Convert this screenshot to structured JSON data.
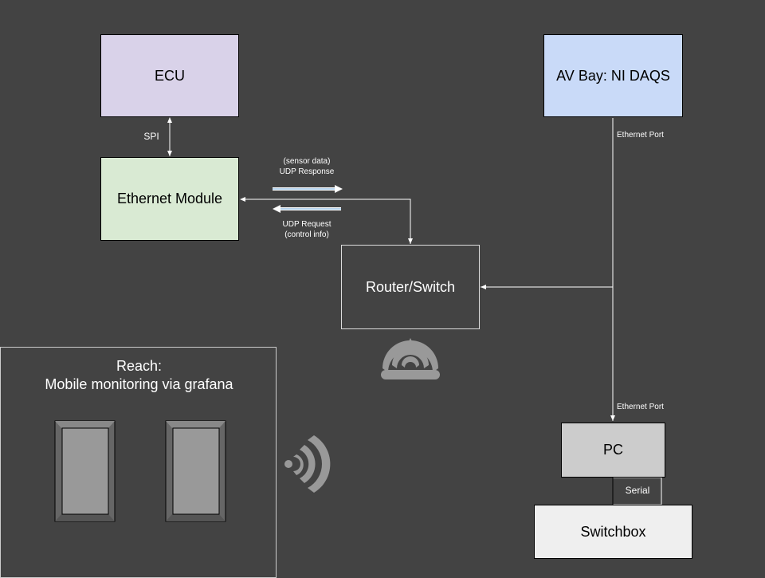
{
  "colors": {
    "background": "#434343",
    "ecu": "#d9d2e9",
    "av_bay": "#c9daf8",
    "ethernet_module": "#d9ead3",
    "pc": "#cccccc",
    "switchbox": "#efefef",
    "line": "#ffffff"
  },
  "ecu": {
    "label": "ECU"
  },
  "av_bay": {
    "label": "AV Bay: NI DAQS"
  },
  "ethernet_module": {
    "label": "Ethernet Module"
  },
  "router": {
    "label": "Router/Switch"
  },
  "pc": {
    "label": "PC"
  },
  "switchbox": {
    "label": "Switchbox"
  },
  "links": {
    "spi": "SPI",
    "udp_response": [
      "(sensor data)",
      "UDP Response"
    ],
    "udp_request": [
      "UDP Request",
      "(control info)"
    ],
    "ethernet_port_top": "Ethernet Port",
    "ethernet_port_bottom": "Ethernet Port",
    "serial": "Serial"
  },
  "reach": {
    "title_line1": "Reach:",
    "title_line2": "Mobile monitoring via grafana"
  },
  "icons": [
    "wifi-icon-router",
    "wifi-icon-reach",
    "tablet-icon",
    "tablet-icon"
  ]
}
